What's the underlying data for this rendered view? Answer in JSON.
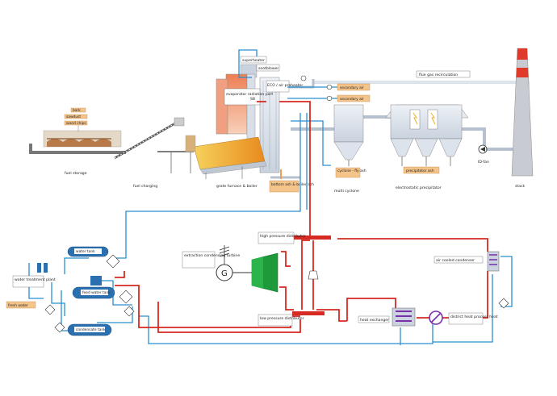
{
  "labels": {
    "bark": "bark",
    "sawdust": "sawdust",
    "wood_chips": "wood chips",
    "fuel_storage": "fuel storage",
    "fuel_charging": "fuel charging",
    "grate_furnace": "grate furnace & boiler",
    "superheater": "superheater",
    "sootblower": "sootblower",
    "eco": "ECO / air preheater",
    "evaporator": "evaporator radiation part",
    "secondary_air_1": "secondary air",
    "secondary_air_2": "secondary air",
    "flue_gas_recirculation": "flue gas recirculation",
    "cyclone_fly_ash": "cyclone - fly ash",
    "precipitator_ash": "precipitator ash",
    "multi_cyclone": "multi cyclone",
    "electrostatic_precipitator": "electrostatic precipitator",
    "id_fan": "ID-fan",
    "stack": "stack",
    "bottom_ash": "bottom ash & boiler ash",
    "high_pressure_distributor": "high pressure distributor",
    "low_pressure_distributor": "low pressure distributor",
    "extraction_turbine": "extraction condensing turbine",
    "generator": "G",
    "air_cooled_condenser": "air cooled condenser",
    "heat_exchanger": "heat exchanger",
    "district_heat": "district heat process heat",
    "water_tank": "water tank",
    "water_treatment_plant": "water treatment plant",
    "feed_water_tank": "feed water tank",
    "condensate_tank": "condensate tank",
    "fresh_water": "fresh water",
    "sb": "SB"
  },
  "colors": {
    "steam": "#d62a22",
    "water": "#2a8fd0",
    "flue": "#a8b4c6",
    "orange_tag": "#f4c48a",
    "turbine": "#1f9a3a",
    "furnace_fire": "#e6a21a",
    "furnace_body": "#f0a080",
    "stack_red": "#e03a2a"
  }
}
